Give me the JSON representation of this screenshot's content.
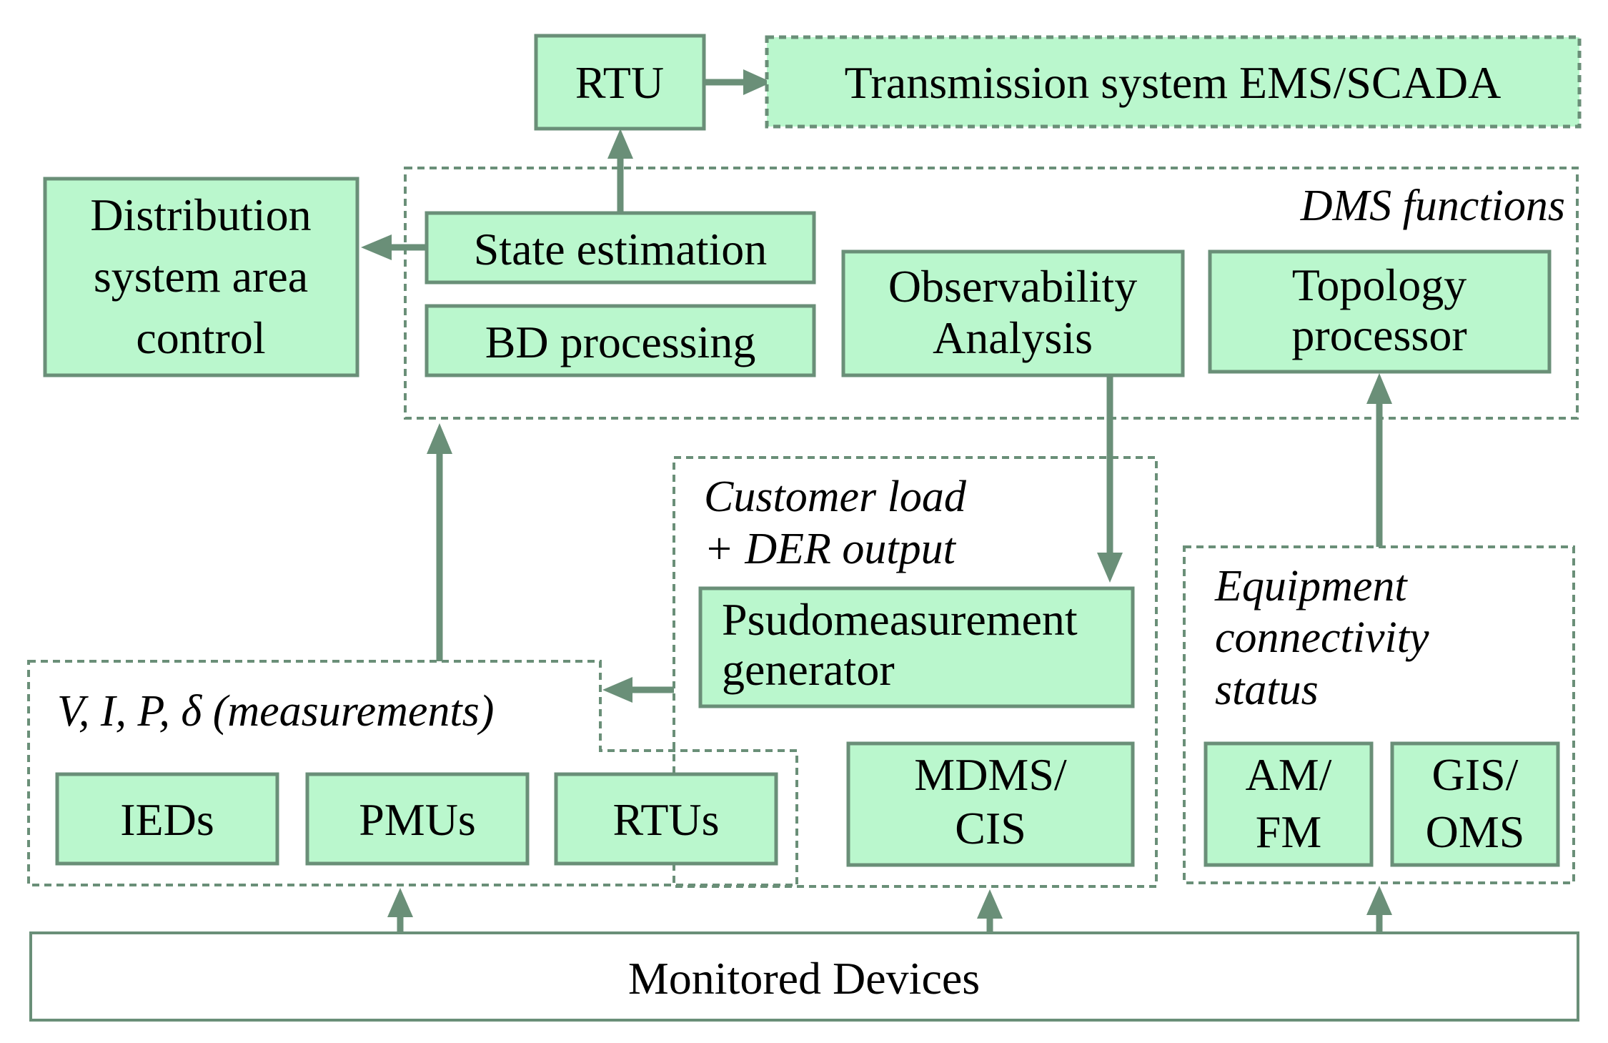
{
  "colors": {
    "box_fill": "#baf7cd",
    "stroke": "#6a8f78",
    "text": "#000000"
  },
  "nodes": {
    "rtu": "RTU",
    "transmission": "Transmission system EMS/SCADA",
    "distribution": [
      "Distribution",
      "system area",
      "control"
    ],
    "state_estimation": "State estimation",
    "bd_processing": "BD processing",
    "observability": [
      "Observability",
      "Analysis"
    ],
    "topology": [
      "Topology",
      "processor"
    ],
    "pseudomeasurement": [
      "Psudomeasurement",
      "generator"
    ],
    "ieds": "IEDs",
    "pmus": "PMUs",
    "rtus": "RTUs",
    "mdms": [
      "MDMS/",
      "CIS"
    ],
    "amfm": [
      "AM/",
      "FM"
    ],
    "gisoms": [
      "GIS/",
      "OMS"
    ],
    "monitored": "Monitored Devices"
  },
  "groups": {
    "dms_functions": "DMS functions",
    "customer_load": [
      "Customer load",
      "+ DER output"
    ],
    "equipment": [
      "Equipment",
      "connectivity",
      "status"
    ],
    "measurements": "V, I, P, δ (measurements)"
  }
}
